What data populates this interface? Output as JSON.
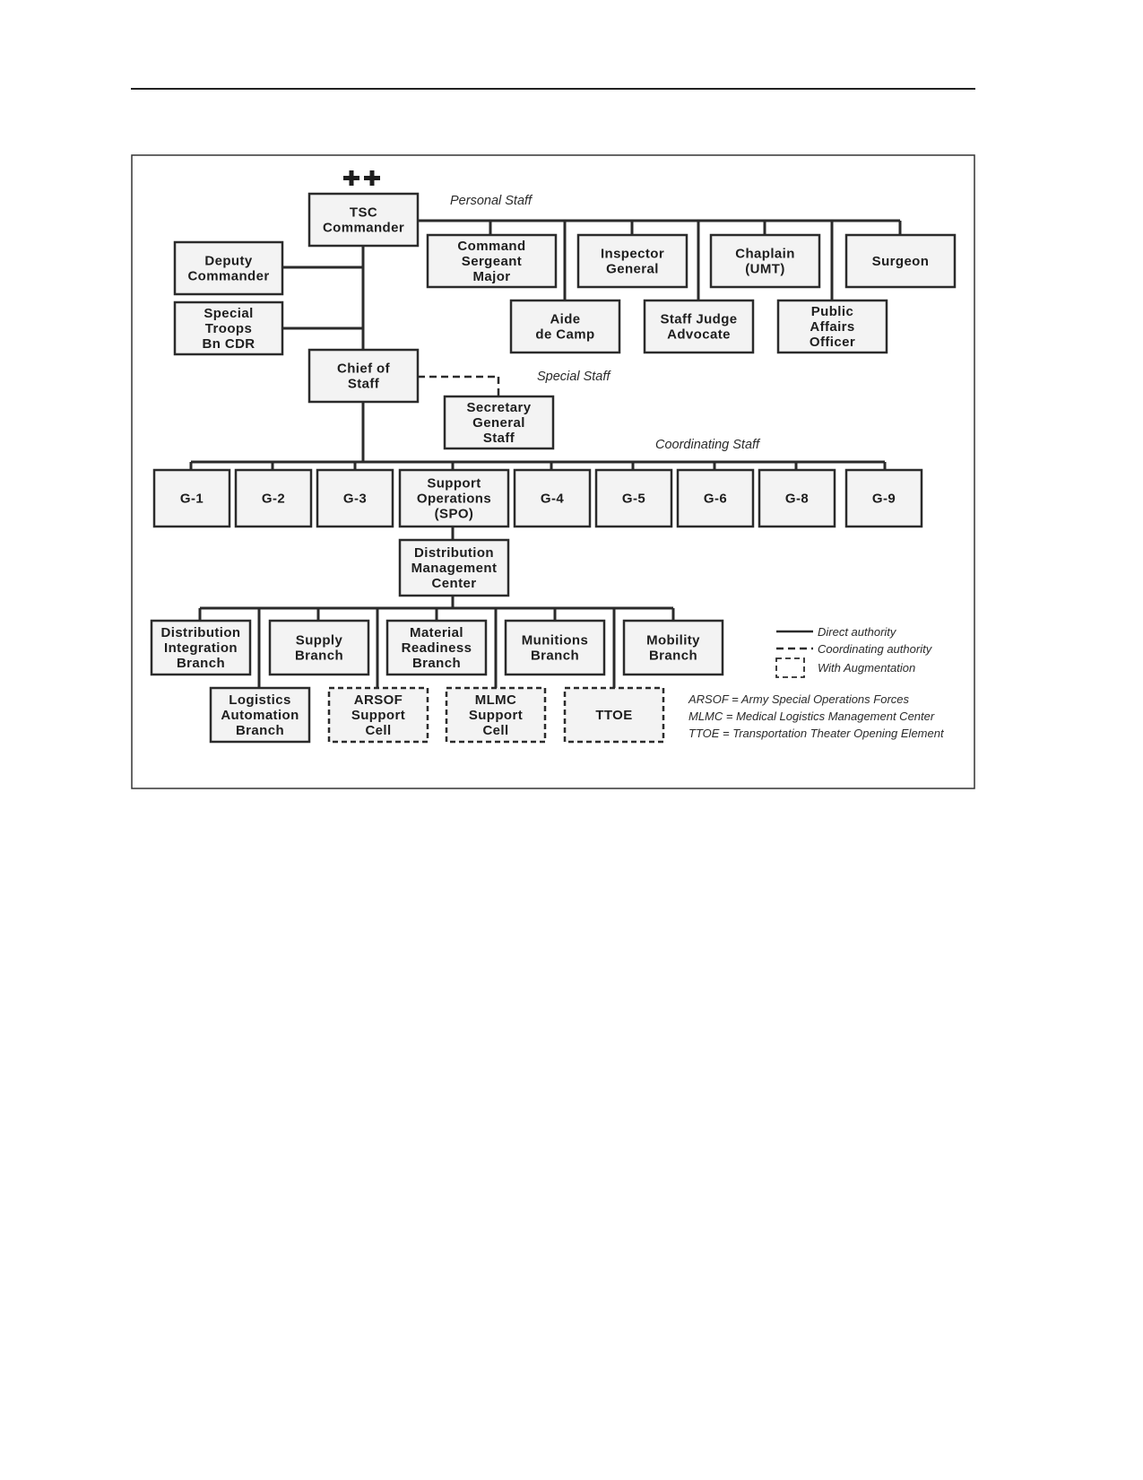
{
  "sections": {
    "personal": "Personal  Staff",
    "special": "Special  Staff",
    "coordinating": "Coordinating Staff"
  },
  "nodes": {
    "tsc": [
      "TSC",
      "Commander"
    ],
    "deputy": [
      "Deputy",
      "Commander"
    ],
    "stb": [
      "Special",
      "Troops",
      "Bn CDR"
    ],
    "cos": [
      "Chief of",
      "Staff"
    ],
    "sgs": [
      "Secretary",
      "General",
      "Staff"
    ],
    "csm": [
      "Command",
      "Sergeant",
      "Major"
    ],
    "ig": [
      "Inspector",
      "General"
    ],
    "chap": [
      "Chaplain",
      "(UMT)"
    ],
    "surg": [
      "Surgeon"
    ],
    "aide": [
      "Aide",
      "de Camp"
    ],
    "sja": [
      "Staff Judge",
      "Advocate"
    ],
    "pao": [
      "Public",
      "Affairs",
      "Officer"
    ],
    "g1": [
      "G-1"
    ],
    "g2": [
      "G-2"
    ],
    "g3": [
      "G-3"
    ],
    "spo": [
      "Support",
      "Operations",
      "(SPO)"
    ],
    "g4": [
      "G-4"
    ],
    "g5": [
      "G-5"
    ],
    "g6": [
      "G-6"
    ],
    "g8": [
      "G-8"
    ],
    "g9": [
      "G-9"
    ],
    "dmc": [
      "Distribution",
      "Management",
      "Center"
    ],
    "dib": [
      "Distribution",
      "Integration",
      "Branch"
    ],
    "sup": [
      "Supply",
      "Branch"
    ],
    "mrb": [
      "Material",
      "Readiness",
      "Branch"
    ],
    "mun": [
      "Munitions",
      "Branch"
    ],
    "mob": [
      "Mobility",
      "Branch"
    ],
    "lab": [
      "Logistics",
      "Automation",
      "Branch"
    ],
    "arsof": [
      "ARSOF",
      "Support",
      "Cell"
    ],
    "mlmc": [
      "MLMC",
      "Support",
      "Cell"
    ],
    "ttoe": [
      "TTOE"
    ]
  },
  "legend": {
    "direct": "Direct authority",
    "coordinating": "Coordinating authority",
    "augmentation": "With Augmentation"
  },
  "abbreviations": [
    "ARSOF = Army Special Operations Forces",
    "MLMC =  Medical Logistics Management Center",
    "TTOE = Transportation Theater Opening Element"
  ],
  "insignia": "++"
}
